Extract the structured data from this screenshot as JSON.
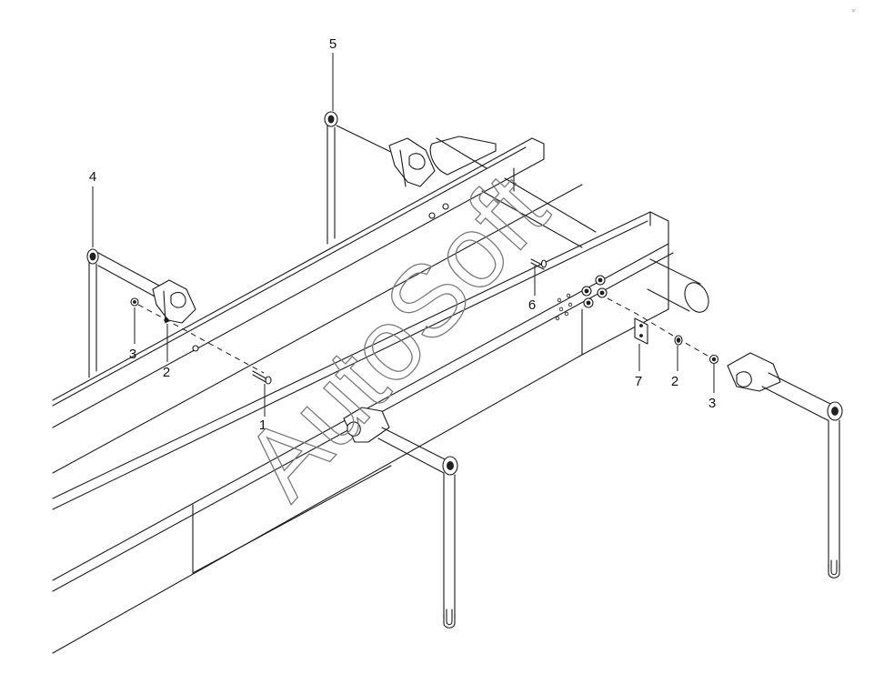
{
  "diagram": {
    "watermark": "AutoSoft",
    "corner_mark": "a-",
    "callouts": [
      {
        "id": "c1",
        "label": "1"
      },
      {
        "id": "c2a",
        "label": "2"
      },
      {
        "id": "c2b",
        "label": "2"
      },
      {
        "id": "c3a",
        "label": "3"
      },
      {
        "id": "c3b",
        "label": "3"
      },
      {
        "id": "c4",
        "label": "4"
      },
      {
        "id": "c5",
        "label": "5"
      },
      {
        "id": "c6",
        "label": "6"
      },
      {
        "id": "c7",
        "label": "7"
      }
    ]
  }
}
